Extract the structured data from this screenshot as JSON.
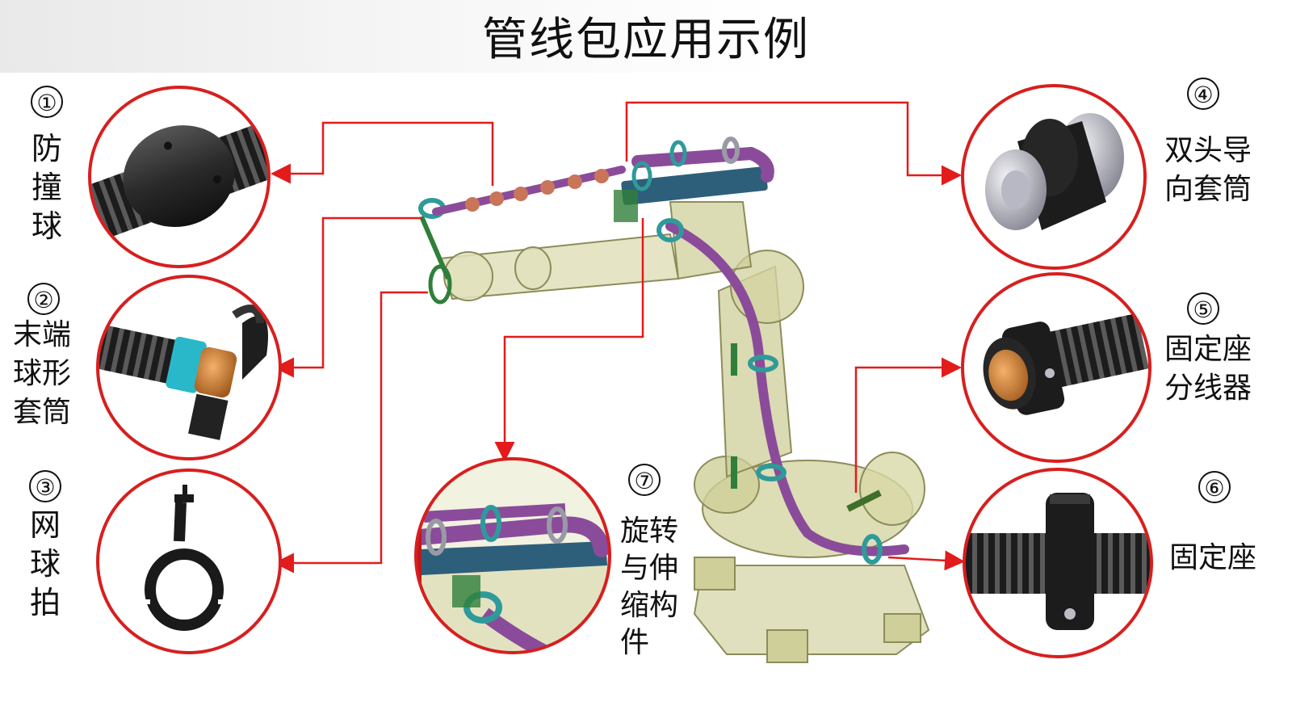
{
  "title": "管线包应用示例",
  "colors": {
    "callout_red": "#e31b1b",
    "circle_red": "#d71f1f",
    "robot_body": "#c9c99a",
    "cable_purple": "#8a4c9a",
    "clamp_teal": "#2f9a9a"
  },
  "items": [
    {
      "number": "①",
      "label": "防撞球"
    },
    {
      "number": "②",
      "label_lines": [
        "末端",
        "球形",
        "套筒"
      ]
    },
    {
      "number": "③",
      "label": "网球拍"
    },
    {
      "number": "④",
      "label_lines": [
        "双头导",
        "向套筒"
      ]
    },
    {
      "number": "⑤",
      "label_lines": [
        "固定座",
        "分线器"
      ]
    },
    {
      "number": "⑥",
      "label": "固定座"
    },
    {
      "number": "⑦",
      "label_lines": [
        "旋转",
        "与伸",
        "缩构",
        "件"
      ]
    }
  ]
}
